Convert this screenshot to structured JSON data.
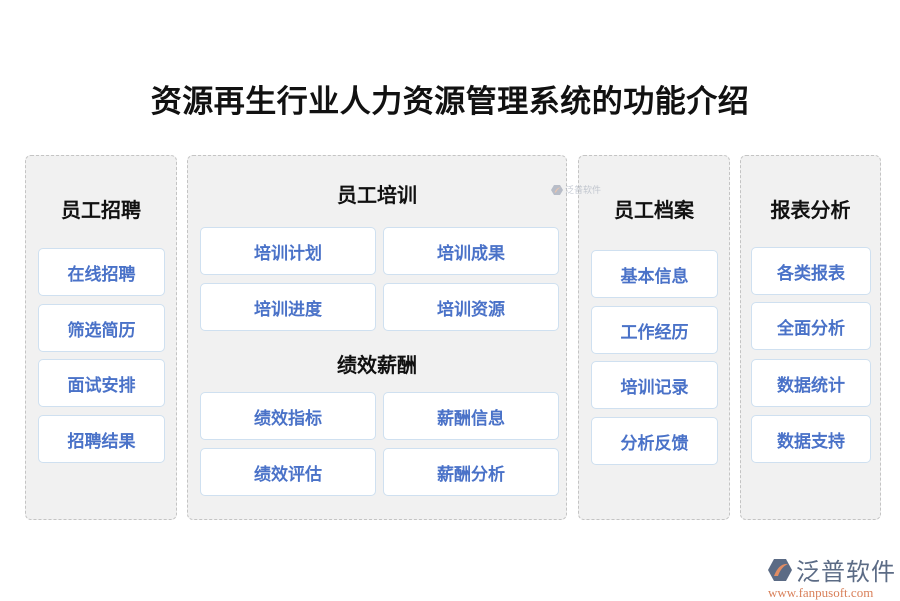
{
  "title": "资源再生行业人力资源管理系统的功能介绍",
  "panels": {
    "recruitment": {
      "title": "员工招聘",
      "items": [
        "在线招聘",
        "筛选简历",
        "面试安排",
        "招聘结果"
      ]
    },
    "training": {
      "title": "员工培训",
      "items": [
        "培训计划",
        "培训成果",
        "培训进度",
        "培训资源"
      ]
    },
    "performance": {
      "title": "绩效薪酬",
      "items": [
        "绩效指标",
        "薪酬信息",
        "绩效评估",
        "薪酬分析"
      ]
    },
    "records": {
      "title": "员工档案",
      "items": [
        "基本信息",
        "工作经历",
        "培训记录",
        "分析反馈"
      ]
    },
    "reports": {
      "title": "报表分析",
      "items": [
        "各类报表",
        "全面分析",
        "数据统计",
        "数据支持"
      ]
    }
  },
  "watermark": {
    "small_text": "泛普软件",
    "brand_name": "泛普软件",
    "brand_url": "www.fanpusoft.com"
  },
  "colors": {
    "item_text": "#4a72c8",
    "panel_bg": "#f1f1f1",
    "item_border": "#cfe0f0",
    "logo_blue": "#5b6b85",
    "logo_orange": "#d9805a"
  }
}
